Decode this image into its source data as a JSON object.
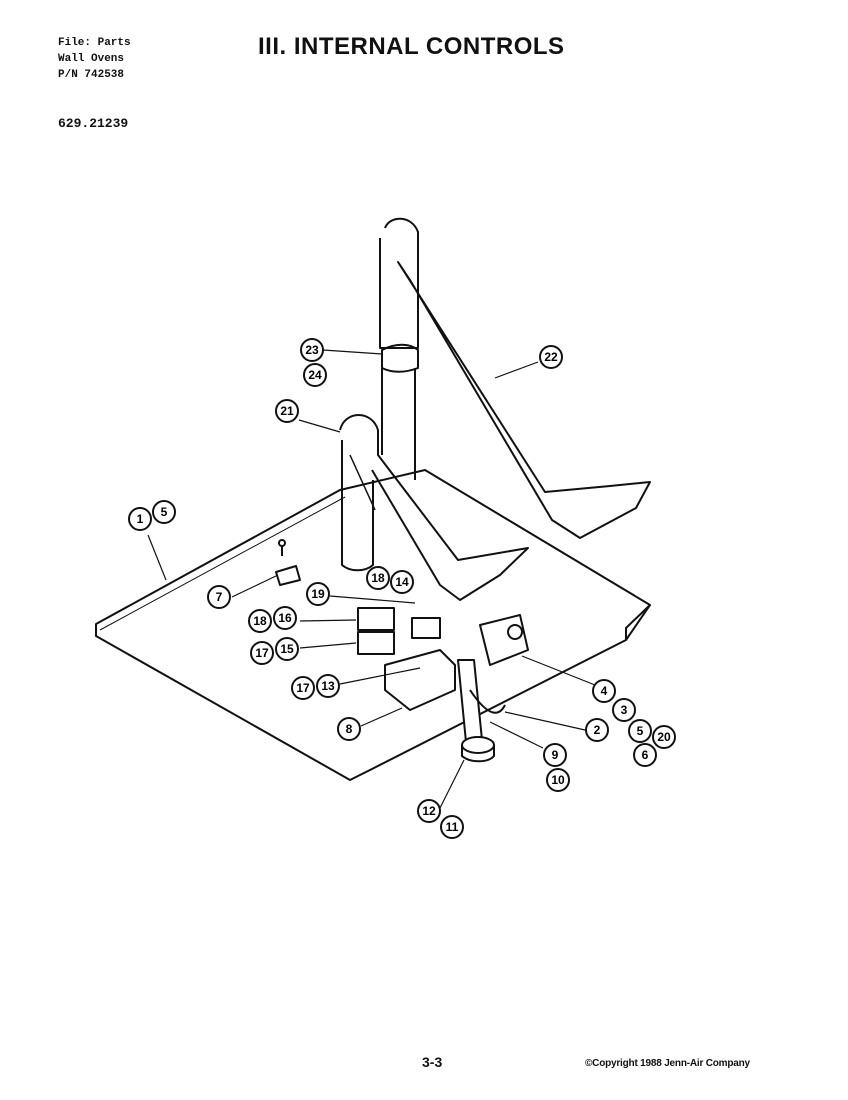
{
  "header": {
    "file_line1": "File: Parts",
    "file_line2": "Wall Ovens",
    "file_line3": "P/N 742538",
    "title": "III. INTERNAL CONTROLS",
    "model": "629.21239"
  },
  "footer": {
    "page": "3-3",
    "copyright": "©Copyright 1988 Jenn-Air Company"
  },
  "callouts": [
    {
      "id": "c1",
      "label": "1"
    },
    {
      "id": "c5a",
      "label": "5"
    },
    {
      "id": "c7",
      "label": "7"
    },
    {
      "id": "c19",
      "label": "19"
    },
    {
      "id": "c18a",
      "label": "18"
    },
    {
      "id": "c14",
      "label": "14"
    },
    {
      "id": "c18b",
      "label": "18"
    },
    {
      "id": "c16",
      "label": "16"
    },
    {
      "id": "c17a",
      "label": "17"
    },
    {
      "id": "c15",
      "label": "15"
    },
    {
      "id": "c17b",
      "label": "17"
    },
    {
      "id": "c13",
      "label": "13"
    },
    {
      "id": "c8",
      "label": "8"
    },
    {
      "id": "c12",
      "label": "12"
    },
    {
      "id": "c11",
      "label": "11"
    },
    {
      "id": "c9",
      "label": "9"
    },
    {
      "id": "c10",
      "label": "10"
    },
    {
      "id": "c2",
      "label": "2"
    },
    {
      "id": "c4",
      "label": "4"
    },
    {
      "id": "c3",
      "label": "3"
    },
    {
      "id": "c5b",
      "label": "5"
    },
    {
      "id": "c20",
      "label": "20"
    },
    {
      "id": "c6",
      "label": "6"
    },
    {
      "id": "c21",
      "label": "21"
    },
    {
      "id": "c23",
      "label": "23"
    },
    {
      "id": "c24",
      "label": "24"
    },
    {
      "id": "c22",
      "label": "22"
    }
  ]
}
